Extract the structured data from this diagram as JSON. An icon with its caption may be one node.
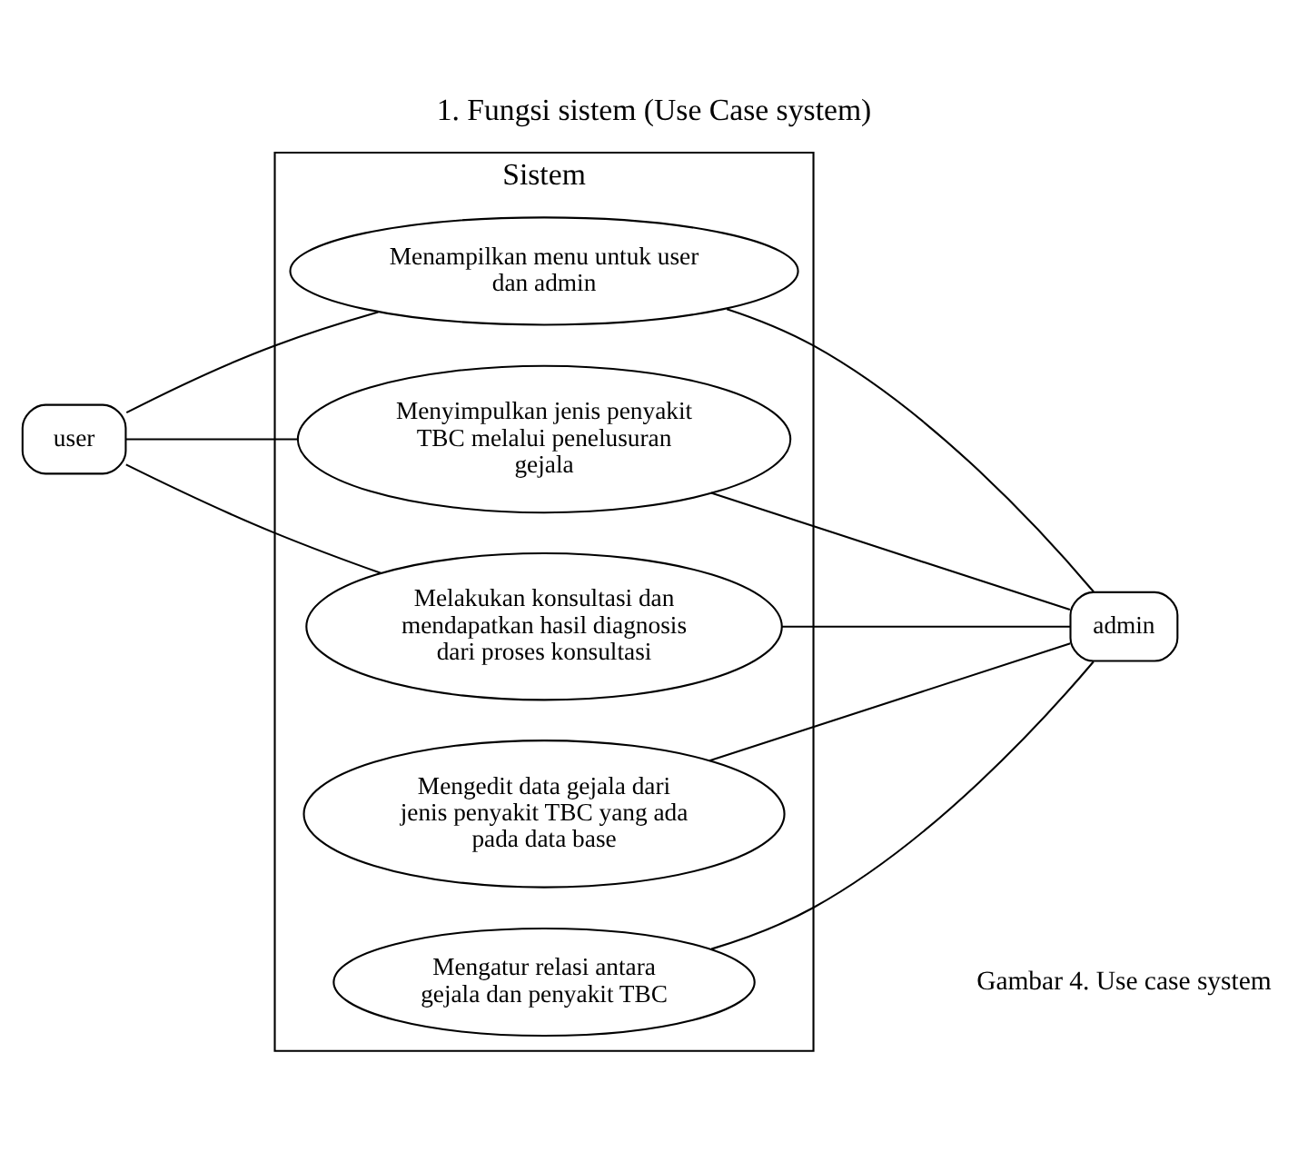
{
  "diagram": {
    "title": "1. Fungsi sistem (Use Case system)",
    "caption": "Gambar 4. Use case system",
    "nodes": [
      {
        "text": [
          "Sistem"
        ]
      },
      {
        "text": [
          "Menampilkan menu untuk user dan admin"
        ],
        "in": 0
      },
      {
        "text": [
          "Menyimpulkan jenis penyakit TBC melalui penelusuran gejala"
        ],
        "in": 0
      },
      {
        "text": [
          "Melakukan konsultasi dan mendapatkan hasil diagnosis dari proses konsultasi"
        ],
        "in": 0
      },
      {
        "text": [
          "Mengedit data gejala dari jenis penyakit TBC yang ada pada data base"
        ],
        "in": 0
      },
      {
        "text": [
          "Mengatur relasi antara gejala dan penyakit TBC"
        ],
        "in": 0
      },
      {
        "text": [
          "user"
        ]
      },
      {
        "text": [
          "admin"
        ]
      }
    ],
    "edges": [
      {
        "from": 6,
        "to": 1,
        "arrow": "none"
      },
      {
        "from": 6,
        "to": 2,
        "arrow": "none"
      },
      {
        "from": 6,
        "to": 3,
        "arrow": "none"
      },
      {
        "from": 1,
        "to": 7,
        "arrow": "none"
      },
      {
        "from": 2,
        "to": 7,
        "arrow": "none"
      },
      {
        "from": 3,
        "to": 7,
        "arrow": "none"
      },
      {
        "from": 4,
        "to": 7,
        "arrow": "none"
      },
      {
        "from": 5,
        "to": 7,
        "arrow": "none"
      }
    ]
  }
}
